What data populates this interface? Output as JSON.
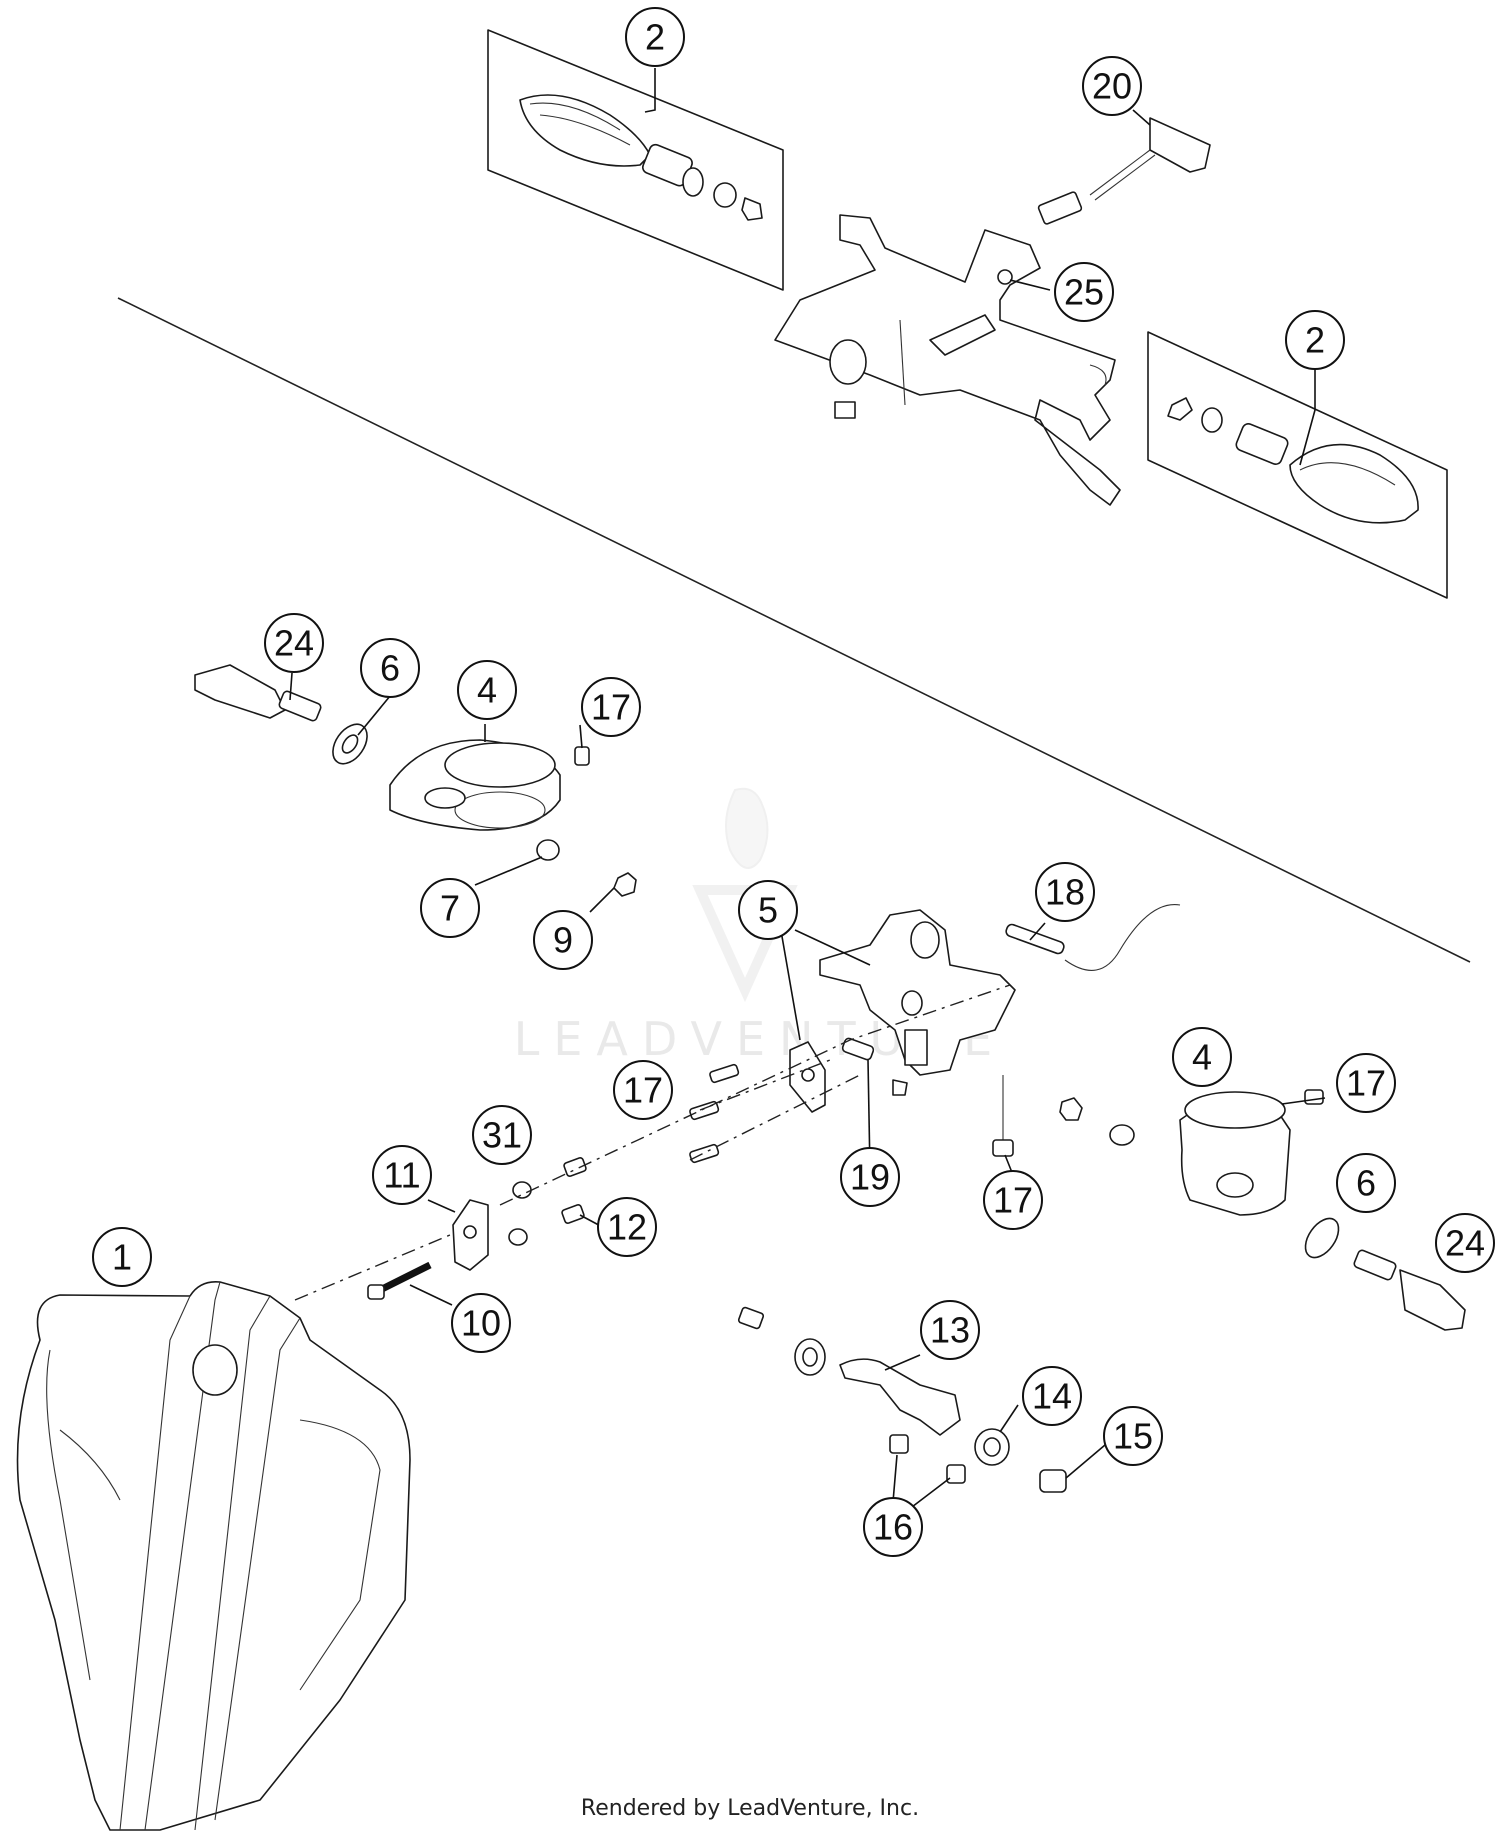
{
  "callouts": [
    {
      "label": "2"
    },
    {
      "label": "20"
    },
    {
      "label": "25"
    },
    {
      "label": "2"
    },
    {
      "label": "24"
    },
    {
      "label": "6"
    },
    {
      "label": "4"
    },
    {
      "label": "17"
    },
    {
      "label": "7"
    },
    {
      "label": "9"
    },
    {
      "label": "5"
    },
    {
      "label": "18"
    },
    {
      "label": "17"
    },
    {
      "label": "31"
    },
    {
      "label": "11"
    },
    {
      "label": "12"
    },
    {
      "label": "19"
    },
    {
      "label": "17"
    },
    {
      "label": "4"
    },
    {
      "label": "17"
    },
    {
      "label": "6"
    },
    {
      "label": "24"
    },
    {
      "label": "1"
    },
    {
      "label": "10"
    },
    {
      "label": "13"
    },
    {
      "label": "14"
    },
    {
      "label": "15"
    },
    {
      "label": "16"
    }
  ],
  "watermark": "LEADVENTURE",
  "footer": "Rendered by LeadVenture, Inc."
}
